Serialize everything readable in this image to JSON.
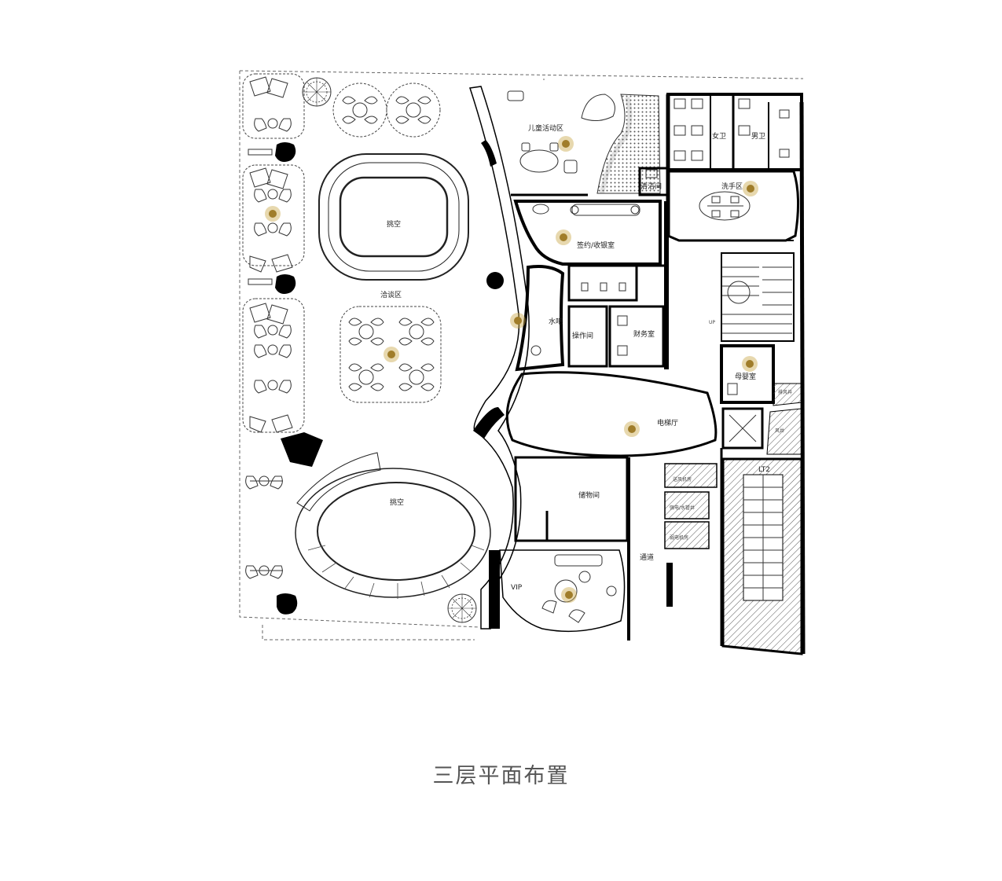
{
  "caption": "三层平面布置",
  "colors": {
    "wall": "#000000",
    "line": "#333333",
    "marker": "#c9a84c",
    "marker_core": "#a07d2a"
  },
  "rooms": {
    "kids_area": "儿童活动区",
    "female_wc": "女卫",
    "male_wc": "男卫",
    "cleaning": "清洁间",
    "wash_area": "洗手区",
    "void_top": "挑空",
    "signing": "签约/收银室",
    "negotiation": "洽谈区",
    "water_bar": "水吧",
    "operation": "操作间",
    "finance": "财务室",
    "mother_baby": "母婴室",
    "elevator_hall": "电梯厅",
    "storage": "储物间",
    "void_bottom": "挑空",
    "corridor": "通道",
    "vip": "VIP",
    "lt2": "LT2",
    "up": "UP",
    "shaft_1": "送风机房",
    "shaft_2": "风井",
    "shaft_3": "强电/水管井",
    "shaft_4": "弱电机房",
    "shaft_5": "排风井"
  }
}
